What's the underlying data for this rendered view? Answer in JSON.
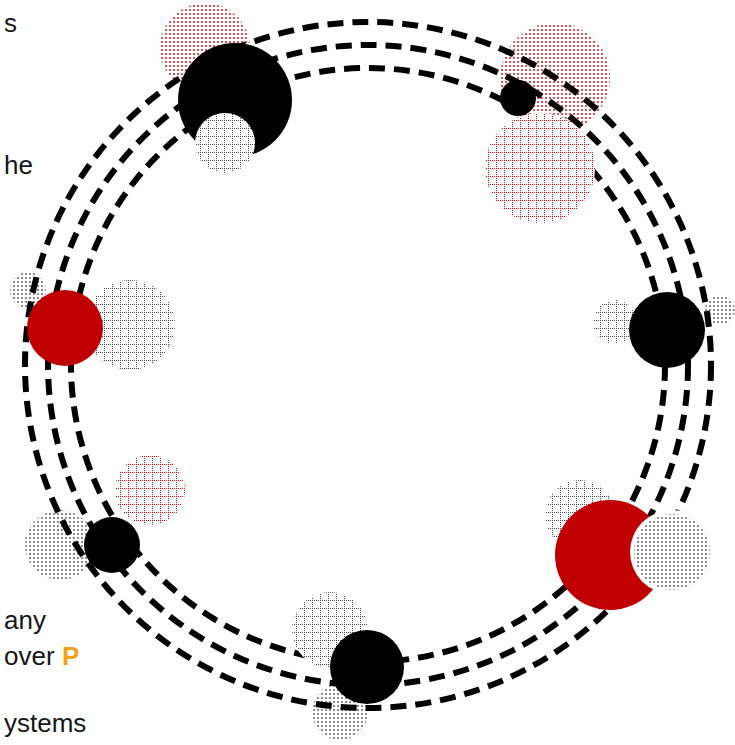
{
  "diagram": {
    "labels": [
      "s",
      "he",
      "any",
      "over",
      "P",
      "ystems"
    ]
  }
}
